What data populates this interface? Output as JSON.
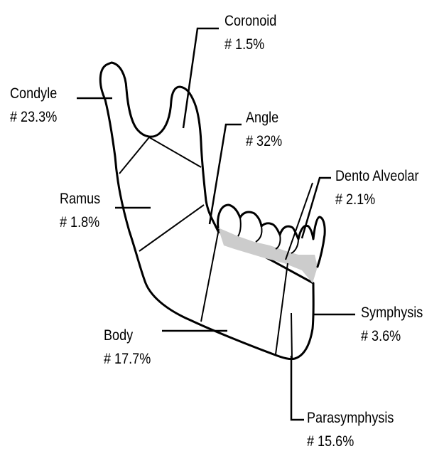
{
  "labels": {
    "coronoid": {
      "name": "Coronoid",
      "pct": "# 1.5%"
    },
    "condyle": {
      "name": "Condyle",
      "pct": "# 23.3%"
    },
    "angle": {
      "name": "Angle",
      "pct": "# 32%"
    },
    "dento_alveolar": {
      "name": "Dento Alveolar",
      "pct": "# 2.1%"
    },
    "ramus": {
      "name": "Ramus",
      "pct": "# 1.8%"
    },
    "symphysis": {
      "name": "Symphysis",
      "pct": "# 3.6%"
    },
    "body": {
      "name": "Body",
      "pct": "# 17.7%"
    },
    "parasymphysis": {
      "name": "Parasymphysis",
      "pct": "# 15.6%"
    }
  },
  "colors": {
    "line": "#000000",
    "alveolar_band": "#cccccc",
    "background": "#ffffff"
  }
}
